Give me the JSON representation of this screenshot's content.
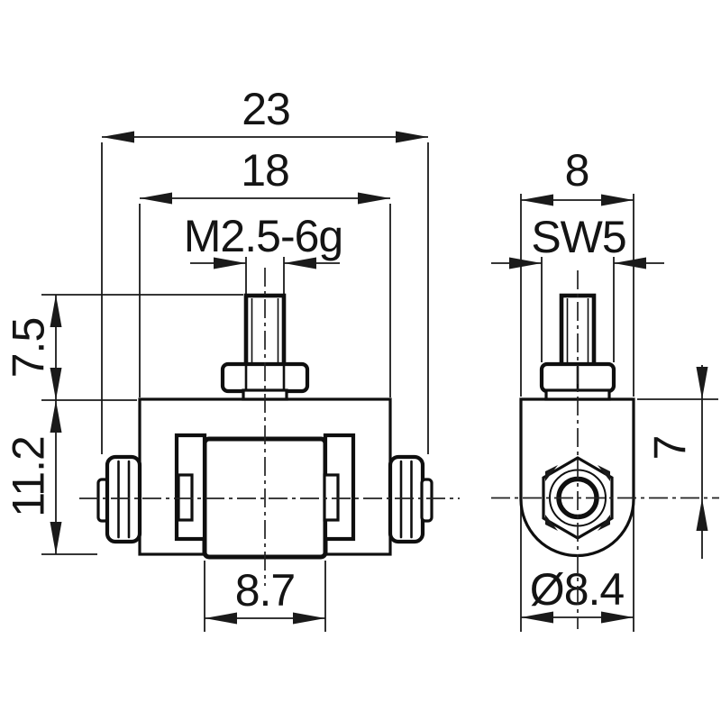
{
  "drawing": {
    "type": "technical-drawing",
    "views": {
      "front": {
        "overall_width": "23",
        "body_width": "18",
        "thread_spec": "M2.5-6g",
        "height_stem": "7.5",
        "height_body": "11.2",
        "roller_width": "8.7"
      },
      "side": {
        "overall_depth": "8",
        "wrench_size": "SW5",
        "height_top_to_axis": "7",
        "diameter": "Ø8.4"
      }
    },
    "colors": {
      "line": "#1a1a1a",
      "background": "#ffffff"
    }
  }
}
